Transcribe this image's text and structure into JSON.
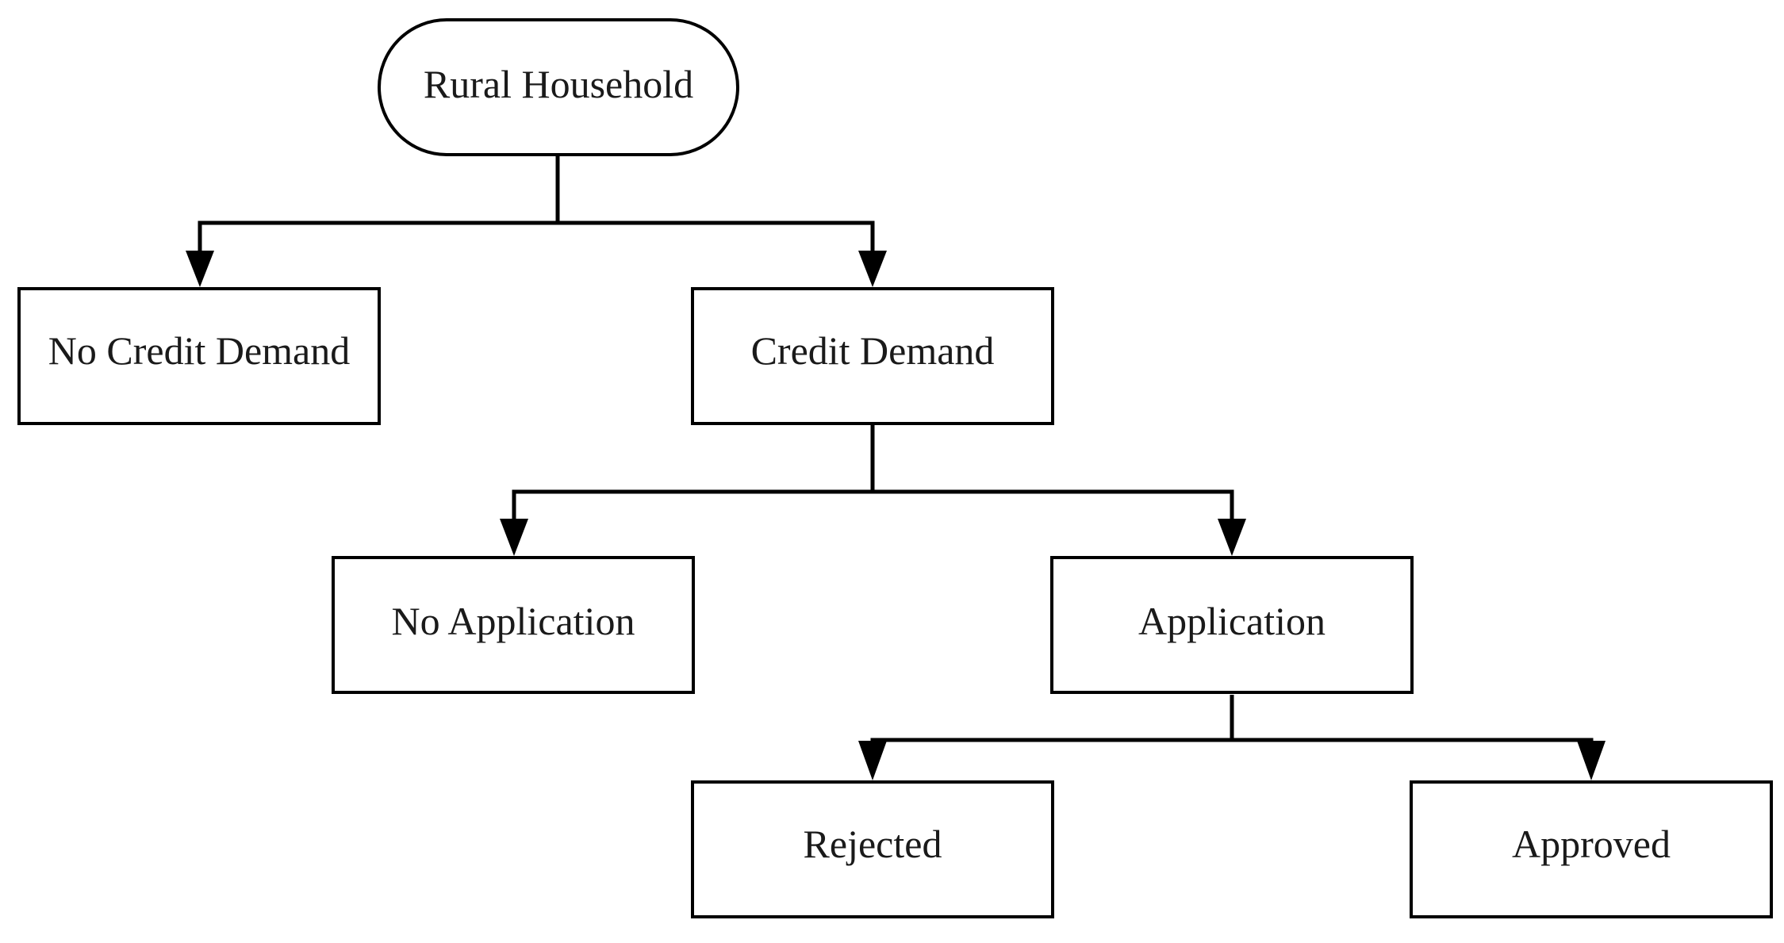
{
  "diagram": {
    "nodes": {
      "root": {
        "label": "Rural Household",
        "shape": "rounded"
      },
      "no_credit_demand": {
        "label": "No Credit Demand",
        "shape": "rect"
      },
      "credit_demand": {
        "label": "Credit Demand",
        "shape": "rect"
      },
      "no_application": {
        "label": "No Application",
        "shape": "rect"
      },
      "application": {
        "label": "Application",
        "shape": "rect"
      },
      "rejected": {
        "label": "Rejected",
        "shape": "rect"
      },
      "approved": {
        "label": "Approved",
        "shape": "rect"
      }
    },
    "edges": [
      {
        "from": "root",
        "to": "no_credit_demand"
      },
      {
        "from": "root",
        "to": "credit_demand"
      },
      {
        "from": "credit_demand",
        "to": "no_application"
      },
      {
        "from": "credit_demand",
        "to": "application"
      },
      {
        "from": "application",
        "to": "rejected"
      },
      {
        "from": "application",
        "to": "approved"
      }
    ],
    "colors": {
      "stroke": "#000000",
      "text": "#1a1a1a",
      "background": "#ffffff"
    }
  }
}
